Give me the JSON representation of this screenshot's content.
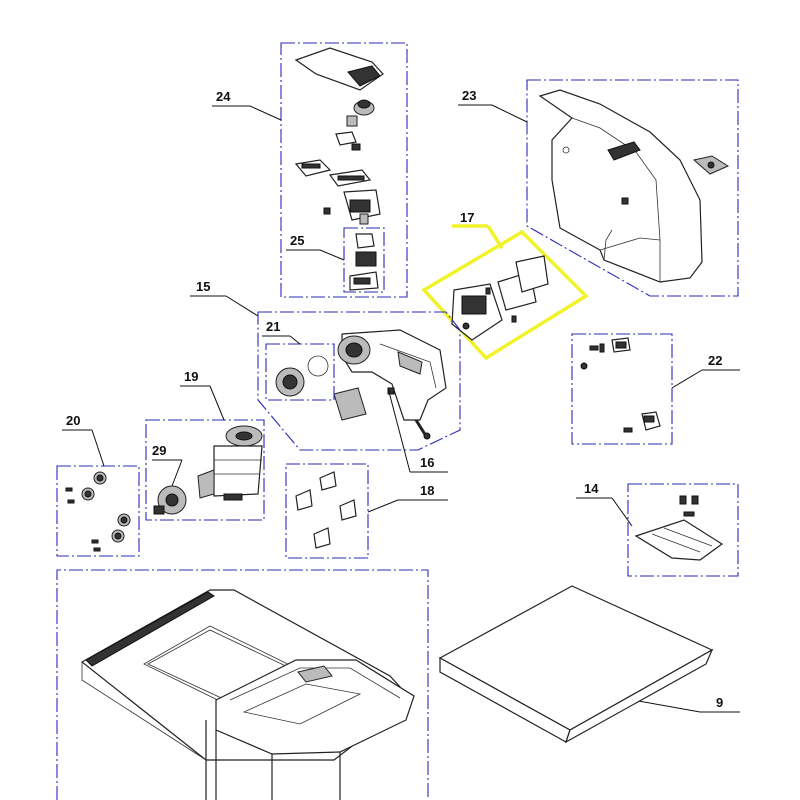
{
  "diagram": {
    "labels": {
      "l24": "24",
      "l23": "23",
      "l25": "25",
      "l17": "17",
      "l15": "15",
      "l21": "21",
      "l22": "22",
      "l19": "19",
      "l20": "20",
      "l29": "29",
      "l16": "16",
      "l18": "18",
      "l14": "14",
      "l9": "9"
    },
    "highlighted_group": "17",
    "colors": {
      "group_outline": "#2b2bb8",
      "highlight": "#f2f22a",
      "leader": "#111111"
    }
  }
}
